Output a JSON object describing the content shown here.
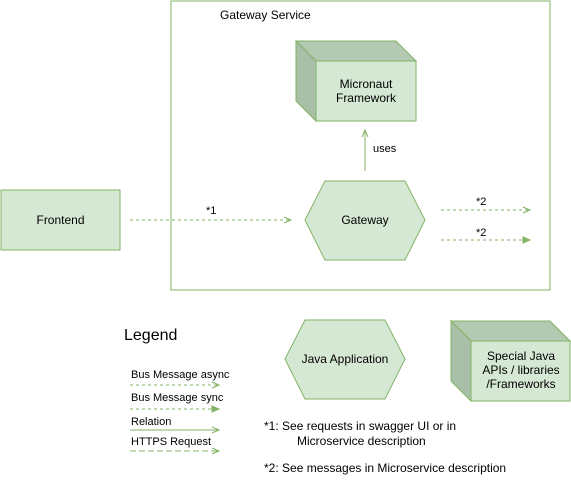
{
  "diagram": {
    "container_title": "Gateway Service",
    "nodes": {
      "micronaut": "Micronaut Framework",
      "gateway": "Gateway",
      "frontend": "Frontend",
      "java_application": "Java Application",
      "special_java": "Special Java APIs / libraries /Frameworks"
    },
    "edges": {
      "uses": "uses",
      "frontend_to_gateway": "*1",
      "gateway_out_1": "*2",
      "gateway_out_2": "*2"
    },
    "legend": {
      "title": "Legend",
      "items": [
        "Bus Message async",
        "Bus Message sync",
        "Relation",
        "HTTPS Request"
      ]
    },
    "notes": {
      "note1_line1": "*1: See requests in swagger UI or in",
      "note1_line2": "Microservice description",
      "note2": "*2: See messages in Microservice description"
    }
  },
  "colors": {
    "fill": "#d5e8d4",
    "stroke": "#82b366",
    "arrow": "#82b366"
  }
}
